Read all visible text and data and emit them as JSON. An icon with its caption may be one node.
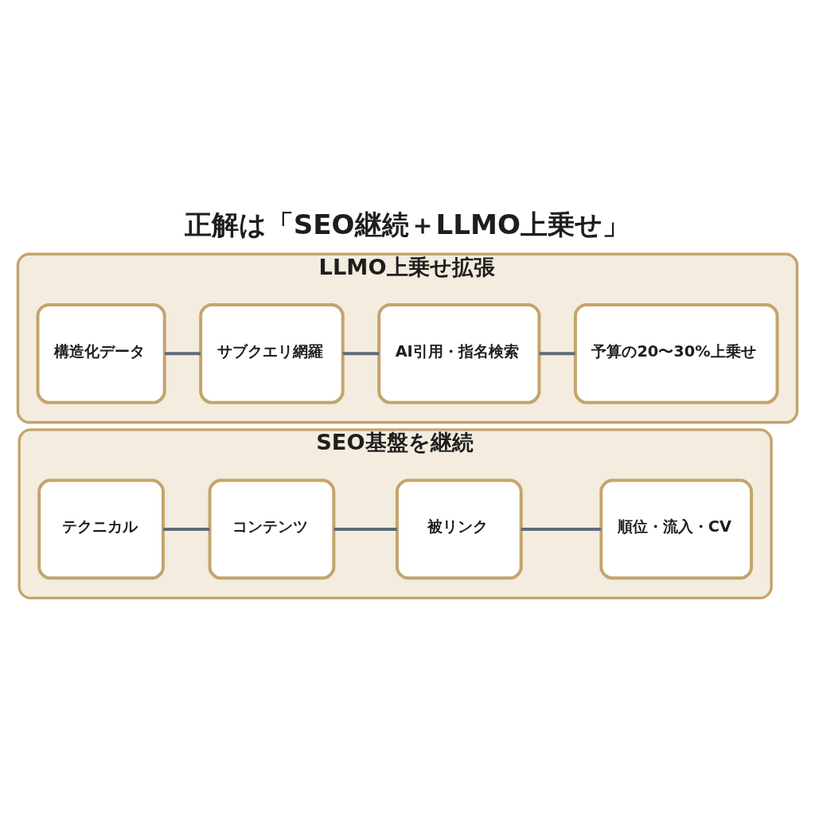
{
  "diagram": {
    "title": "正解は「SEO継続＋LLMO上乗せ」",
    "nodes": [
      {
        "text": [
          "LLMO上乗せ拡張"
        ]
      },
      {
        "text": [
          "構造化データ"
        ],
        "in": 0
      },
      {
        "text": [
          "サブクエリ網羅"
        ],
        "in": 0
      },
      {
        "text": [
          "AI引用・指名検索"
        ],
        "in": 0
      },
      {
        "text": [
          "予算の20〜30%上乗せ"
        ],
        "in": 0
      },
      {
        "text": [
          "SEO基盤を継続"
        ]
      },
      {
        "text": [
          "テクニカル"
        ],
        "in": 5
      },
      {
        "text": [
          "コンテンツ"
        ],
        "in": 5
      },
      {
        "text": [
          "被リンク"
        ],
        "in": 5
      },
      {
        "text": [
          "順位・流入・CV"
        ],
        "in": 5
      }
    ],
    "edges": [
      {
        "from": 1,
        "to": 2,
        "arrow": "none"
      },
      {
        "from": 2,
        "to": 3,
        "arrow": "none"
      },
      {
        "from": 3,
        "to": 4,
        "arrow": "none"
      },
      {
        "from": 6,
        "to": 7,
        "arrow": "none"
      },
      {
        "from": 7,
        "to": 8,
        "arrow": "none"
      },
      {
        "from": 8,
        "to": 9,
        "arrow": "none"
      }
    ]
  }
}
